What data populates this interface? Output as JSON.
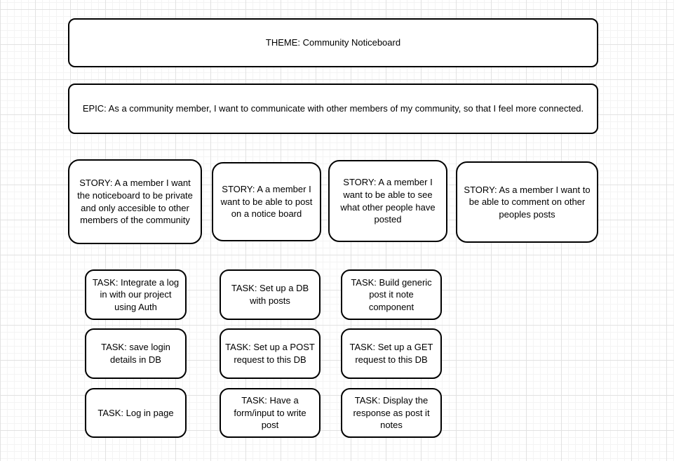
{
  "canvas": {
    "background_color": "#ffffff",
    "grid_minor_color": "#f4f4f4",
    "grid_major_color": "#e2e2e2",
    "node_fill_color": "#ffffff",
    "node_border_color": "#000000",
    "text_color": "#000000"
  },
  "diagram": {
    "theme": {
      "label": "THEME: Community Noticeboard"
    },
    "epic": {
      "label": "EPIC: As a community member, I want to communicate with other members of my community, so that I feel more connected."
    },
    "stories": [
      {
        "label": "STORY: A a member I want the noticeboard to be private and only accesible to other members of the community"
      },
      {
        "label": "STORY: A a member I want to be able to post on a notice board"
      },
      {
        "label": "STORY: A a member I want to be able to see what other people have posted"
      },
      {
        "label": "STORY: As a member I want to be able to comment on other peoples posts"
      }
    ],
    "tasks": [
      {
        "label": "TASK: Integrate a log in with our project using Auth"
      },
      {
        "label": "TASK: save login details in DB"
      },
      {
        "label": "TASK: Log in page"
      },
      {
        "label": "TASK: Set up a DB with posts"
      },
      {
        "label": "TASK: Set up a POST request to this DB"
      },
      {
        "label": "TASK: Have a form/input to write post"
      },
      {
        "label": "TASK: Build generic post it note component"
      },
      {
        "label": "TASK: Set up a GET request to this DB"
      },
      {
        "label": "TASK: Display the response as post it notes"
      }
    ]
  }
}
